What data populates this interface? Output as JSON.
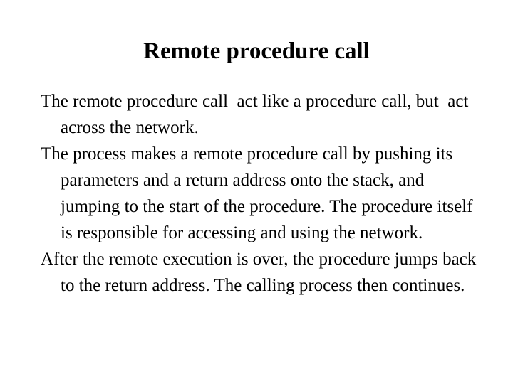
{
  "slide": {
    "background_color": "#ffffff",
    "text_color": "#000000",
    "title": "Remote procedure call",
    "body": {
      "paragraphs": [
        "The remote procedure call  act like a procedure call, but  act across the network.",
        "The process makes a remote procedure call by pushing its parameters and a return address onto the stack, and jumping to the start of the procedure. The procedure itself is responsible for accessing and using the network.",
        "After the remote execution is over, the procedure jumps back to the return address. The calling process then continues."
      ]
    }
  }
}
